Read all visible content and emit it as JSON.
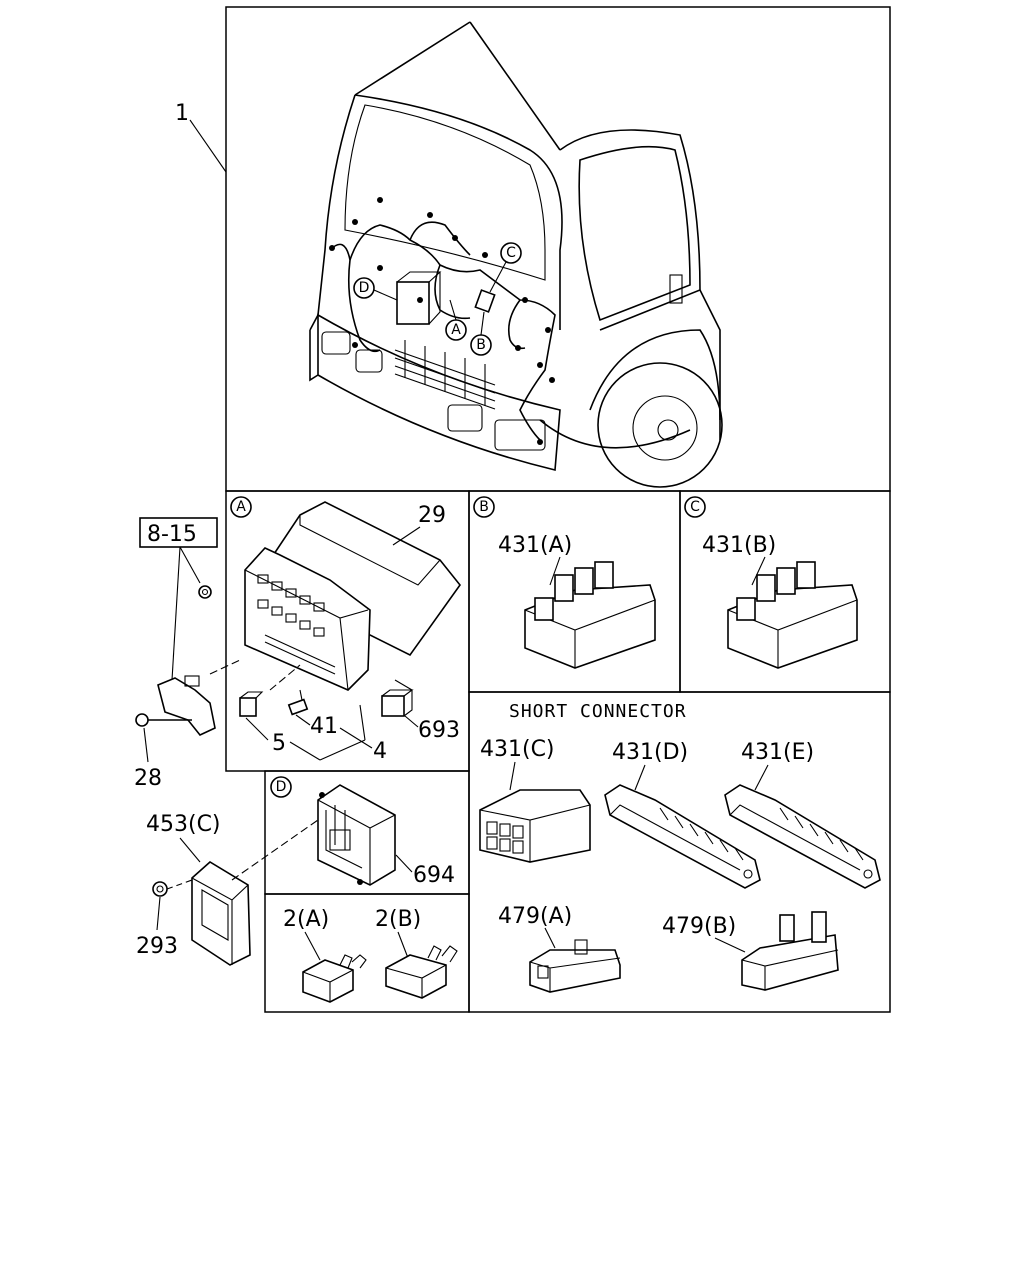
{
  "callouts": {
    "harness": "1",
    "bracket_group": "8-15",
    "bolt": "28",
    "cover": "29",
    "fuse": "41",
    "fuse_box": "4",
    "clip": "5",
    "relay_693": "693",
    "relay_694": "694",
    "module_453c": "453(C)",
    "nut_293": "293",
    "conn_431a": "431(A)",
    "conn_431b": "431(B)",
    "conn_431c": "431(C)",
    "conn_431d": "431(D)",
    "conn_431e": "431(E)",
    "relay_2a": "2(A)",
    "relay_2b": "2(B)",
    "conn_479a": "479(A)",
    "conn_479b": "479(B)"
  },
  "section_letters": {
    "a": "A",
    "b": "B",
    "c": "C",
    "d": "D"
  },
  "short_connector_title": "SHORT CONNECTOR"
}
